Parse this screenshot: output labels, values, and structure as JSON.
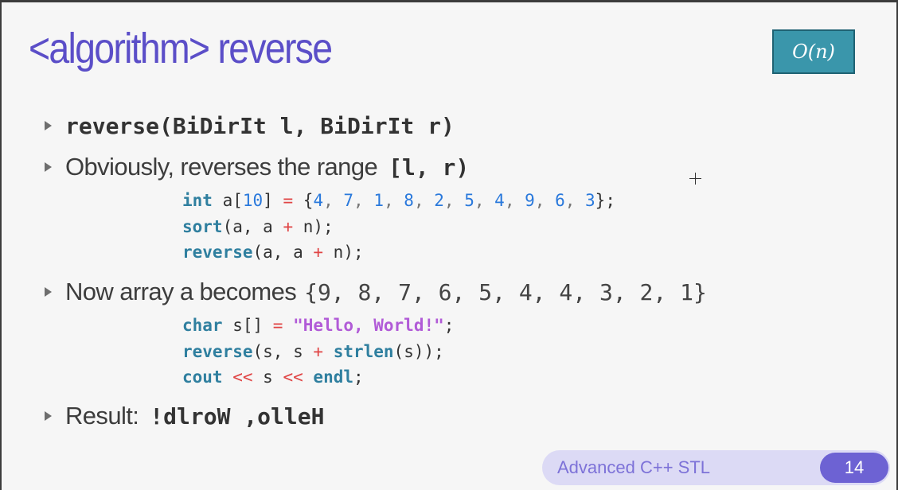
{
  "slide": {
    "title": "<algorithm> reverse",
    "complexity": "O(n)",
    "bullets": [
      {
        "code": "reverse(BiDirIt l, BiDirIt r)"
      },
      {
        "text": "Obviously, reverses the range",
        "code": "[l, r)"
      },
      {
        "text": "Now array a becomes",
        "code": "{9, 8, 7, 6, 5, 4, 4, 3, 2, 1}"
      },
      {
        "text": "Result:",
        "code": "!dlroW ,olleH"
      }
    ],
    "code_block_1": {
      "line1": {
        "kw": "int",
        "var": " a[",
        "size": "10",
        "eq": "=",
        "open": "{",
        "nums": [
          "4",
          "7",
          "1",
          "8",
          "2",
          "5",
          "4",
          "9",
          "6",
          "3"
        ],
        "close": "};"
      },
      "line2": {
        "fn": "sort",
        "args1": "(a, a ",
        "op": "+",
        "args2": " n);"
      },
      "line3": {
        "fn": "reverse",
        "args1": "(a, a ",
        "op": "+",
        "args2": " n);"
      }
    },
    "code_block_2": {
      "line1": {
        "kw": "char",
        "decl": " s[] ",
        "eq": "=",
        "str": "\"Hello, World!\"",
        "end": ";"
      },
      "line2": {
        "fn": "reverse",
        "a": "(s, s ",
        "op": "+",
        "fn2": "strlen",
        "b": "(s));"
      },
      "line3": {
        "fn": "cout",
        "op1": "<<",
        "mid": " s ",
        "op2": "<<",
        "fn2": "endl",
        "end": ";"
      }
    },
    "footer": {
      "course": "Advanced C++ STL",
      "page": "14"
    }
  },
  "colors": {
    "title": "#5b4ec8",
    "accent": "#3a96ab",
    "footer_pill": "#6d62d3"
  }
}
